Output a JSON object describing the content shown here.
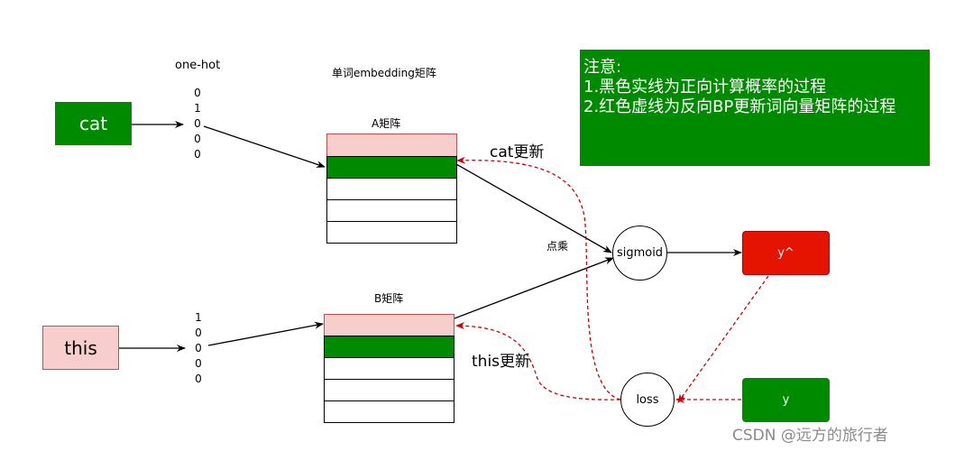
{
  "labels": {
    "one_hot": "one-hot",
    "embedding_title": "单词embedding矩阵",
    "matrix_a": "A矩阵",
    "matrix_b": "B矩阵",
    "cat_update": "cat更新",
    "this_update": "this更新",
    "dot_product": "点乘",
    "watermark": "CSDN @远方的旅行者"
  },
  "inputs": {
    "cat": "cat",
    "this": "this"
  },
  "vectors": {
    "cat": [
      "0",
      "1",
      "0",
      "0",
      "0"
    ],
    "this": [
      "1",
      "0",
      "0",
      "0",
      "0"
    ]
  },
  "nodes": {
    "sigmoid": "sigmoid",
    "loss": "loss",
    "y_hat": "y^",
    "y": "y"
  },
  "note": {
    "title": "注意:",
    "line1": "1.黑色实线为正向计算概率的过程",
    "line2": "2.红色虚线为反向BP更新词向量矩阵的过程"
  },
  "colors": {
    "green": "#008a00",
    "pink": "#f8cecc",
    "red": "#e51400",
    "dashed_red": "#cc0000"
  }
}
